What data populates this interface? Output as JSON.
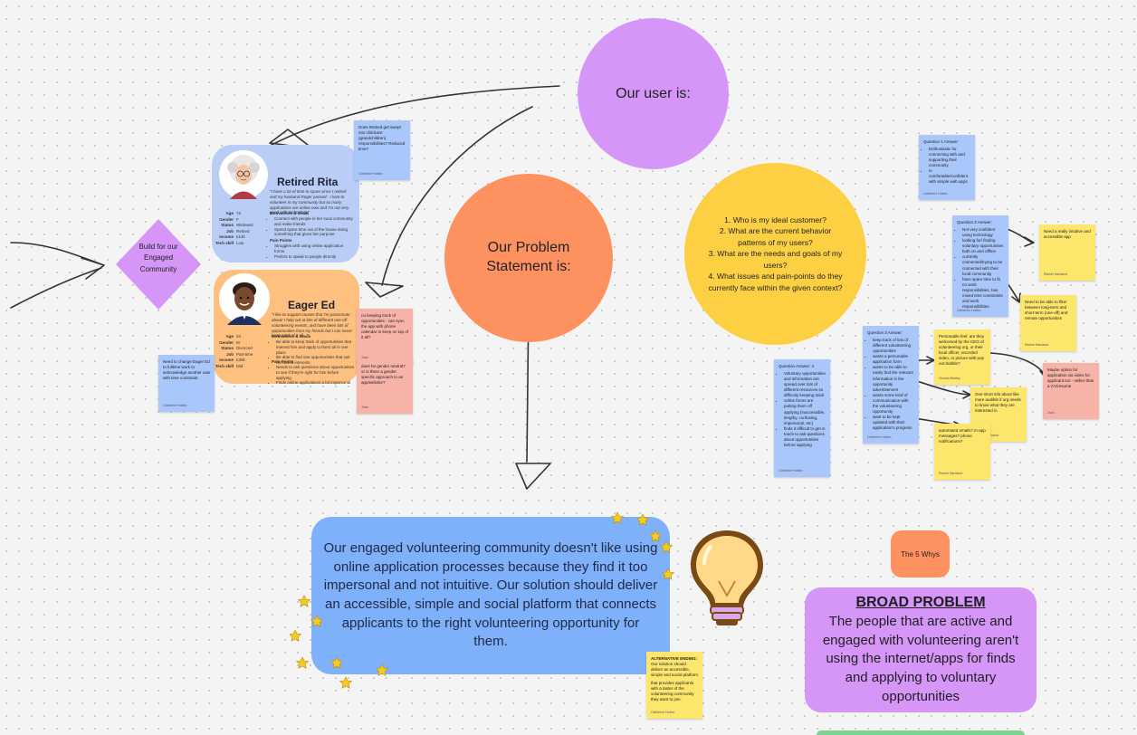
{
  "circles": {
    "user": "Our user is:",
    "problem": "Our Problem Statement is:",
    "questions": [
      "1. Who is my ideal customer?",
      "2. What are the current behavior patterns of my users?",
      "3. What are the needs and goals of my users?",
      "4. What issues and pain-points do they currently face within the given context?"
    ]
  },
  "diamond": "Build for our Engaged Community",
  "personas": {
    "rita": {
      "name": "Retired Rita",
      "quote": "\"I have a lot of time to spare since I retired and my husband Roger passed - I love to volunteer in my community but so many applications are online now and I'm not very good with technology\"",
      "stats": [
        [
          "Age",
          "73"
        ],
        [
          "Gender",
          "F"
        ],
        [
          "Status",
          "Widowed"
        ],
        [
          "Job",
          "Retired"
        ],
        [
          "Income",
          "£14k"
        ],
        [
          "Tech skill",
          "Low"
        ]
      ],
      "motivations_title": "Motivations & Goals",
      "motivations": [
        "Connect with people in her local community and make friends",
        "Spend spare time out of the house doing something that gives her purpose"
      ],
      "pain_title": "Pain Points",
      "pain": [
        "Struggles with using online application forms",
        "Prefers to speak to people directly"
      ]
    },
    "ed": {
      "name": "Eager Ed",
      "quote": "\"I like to support causes that I'm passionate about! I help out at lots of different one-off volunteering events, and have been lots of opportunities from my friends but I can never keep track of it all...\"",
      "stats": [
        [
          "Age",
          "34"
        ],
        [
          "Gender",
          "M"
        ],
        [
          "Status",
          "Divorced"
        ],
        [
          "Job",
          "Part-time"
        ],
        [
          "Income",
          "£30k"
        ],
        [
          "Tech skill",
          "Mid"
        ]
      ],
      "motivations_title": "Motivations & Goals",
      "motivations": [
        "Be able to keep track of opportunities that interest him and apply to them all in one place",
        "Be able to find one opportunities that suit his varied interests"
      ],
      "pain_title": "Pain Points",
      "pain": [
        "Needs to ask questions about opportunities to see if they're right for him before applying",
        "Finds online applications a bit impersonal"
      ]
    }
  },
  "stickies": {
    "rita_note": "Does Retired get swept into childcare (grandchildren) responsibilities? Reduced time?",
    "rita_note_author": "Catherine Hutton",
    "ed_note": "Need to change Eager Ed to fulltime work to acknowledge another user with time constraint",
    "ed_note_author": "Catherine Hutton",
    "ed_pink1": "no keeping track of opportunities - can sync the app with phone calendar to keep on top of it all?",
    "ed_pink1_author": "Jhan",
    "ed_pink2": "does he gender neutral? or is there a gender specific approach to an app/website?",
    "ed_pink2_author": "Jhan",
    "a1_title": "Question 1 Answer:",
    "a1_items": [
      "Enthusiastic for connecting with and supporting their community",
      "Is comfortable/confident with simple web apps"
    ],
    "a1_author": "Catherine Hutton",
    "a2_title": "Question 2 Answer:",
    "a2_items": [
      "Not very confident using technology",
      "looking for/ finding voluntary opportunities both on and offline",
      "currently connected/trying to be connected with their local community",
      "have spare time to fit no work responsibilities, has mixed time constraints and work responsibilities"
    ],
    "a2_author": "Catherine Hutton",
    "y1": "Need a really intuitive and accessible app",
    "y1_author": "Rachel Hardacre",
    "y2": "Need to be able to filter between long-term and short-term (one-off) and remote opportunities",
    "y2_author": "Rachel Hardacre",
    "a3_title": "Question 3 Answer:",
    "a3_items": [
      "keep track of lots of different volunteering opportunities",
      "wants a personable application form",
      "wants to be able to easily find the relevant information in the opportunity advertisement",
      "wants some kind of communication with the volunteering opportunity",
      "want to be kept updated with their application's progress"
    ],
    "a3_author": "Catherine Hutton",
    "y3": "Personable feel: are they welcomed by the CEO of volunteering org, or their local officer, recorded video, or picture with pop out bubble?",
    "y3_author": "Victoria Bickley",
    "y4": "One short info about like more audible if org needs to know what they are interested in",
    "y4_author": "Rachel Hardacre",
    "y5": "automated emails? in-app messages? phone notifications?",
    "y5_author": "Rachel Hardacre",
    "p1": "Maybe option for application via video for applicant too - rather than a CV/resume",
    "p1_author": "Jhan",
    "a4_title": "Question Answer: 4",
    "a4_items": [
      "Voluntary opportunities and information are spread over lots of different resources so difficulty keeping track",
      "online forms are putting them off applying (inaccessible, lengthy, confusing, impersonal, etc)",
      "finds it difficult to get in touch to ask questions about opportunities before applying"
    ],
    "a4_author": "Catherine Hutton",
    "alt_title": "ALTERNATIVE ENDING:",
    "alt_line1": "Our solution should deliver an accessible, simple and social platform",
    "alt_line2": "that provides applicants with a taster of the volunteering community they want to join.",
    "alt_author": "Catherine Hutton"
  },
  "problem_statement": "Our engaged volunteering community doesn't like using online application processes because they find it too impersonal and not intuitive. Our solution should deliver an accessible, simple and social platform that connects applicants to the right volunteering opportunity for them.",
  "whys_label": "The 5 Whys",
  "broad_problem": {
    "heading": "BROAD PROBLEM",
    "text": "The people that are active and engaged with volunteering aren't using the internet/apps for finds and applying to voluntary opportunities"
  },
  "colors": {
    "purple": "#d596f7",
    "orange": "#fd9260",
    "yellow": "#fdd044",
    "blue": "#7fb0fa",
    "persona_blue": "#b9cdf6",
    "persona_orange": "#fdc07f"
  }
}
